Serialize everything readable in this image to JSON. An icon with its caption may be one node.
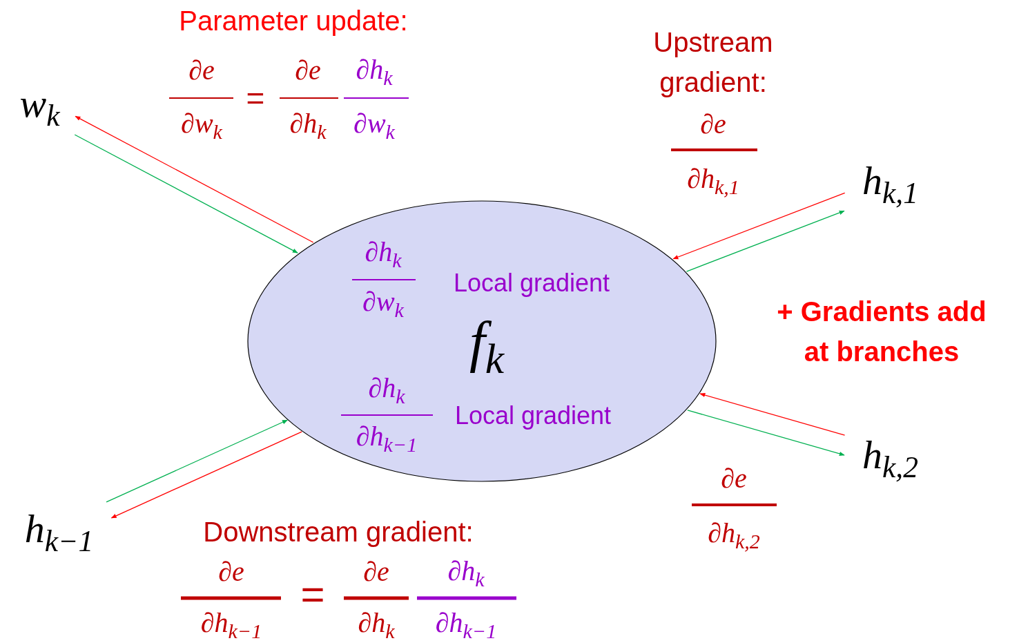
{
  "diagram": {
    "nodes": [
      {
        "text": [
          "w$_{k}$"
        ]
      },
      {
        "text": [
          "∂h$_{k}$",
          "∂w$_{k}$",
          "Local gradient",
          "f$_{k}$",
          "∂h$_{k}$",
          "∂h$_{k−1}$",
          "Local gradient"
        ]
      },
      {
        "text": [
          "h$_{k,1}$"
        ]
      },
      {
        "text": [
          "h$_{k,2}$"
        ]
      },
      {
        "text": [
          "h$_{k−1}$"
        ]
      }
    ],
    "edges": [
      {
        "from": 1,
        "to": 0,
        "arrow": "to",
        "color": "#ff0000"
      },
      {
        "from": 0,
        "to": 1,
        "arrow": "to",
        "color": "#00b050"
      },
      {
        "from": 2,
        "to": 1,
        "arrow": "to",
        "color": "#ff0000"
      },
      {
        "from": 1,
        "to": 2,
        "arrow": "to",
        "color": "#00b050"
      },
      {
        "from": 3,
        "to": 1,
        "arrow": "to",
        "color": "#ff0000"
      },
      {
        "from": 1,
        "to": 3,
        "arrow": "to",
        "color": "#00b050"
      },
      {
        "from": 4,
        "to": 1,
        "arrow": "to",
        "color": "#00b050"
      },
      {
        "from": 1,
        "to": 4,
        "arrow": "to",
        "color": "#ff0000"
      }
    ],
    "labels": [
      "Parameter update:",
      "∂e",
      "∂w$_{k}$",
      "=",
      "∂e",
      "∂h$_{k}$",
      "∂h$_{k}$",
      "∂w$_{k}$",
      "Upstream gradient:",
      "∂e",
      "∂h$_{k,1}$",
      "+ Gradients add at branches",
      "∂e",
      "∂h$_{k,2}$",
      "Downstream gradient:",
      "∂e",
      "∂h$_{k−1}$",
      "=",
      "∂e",
      "∂h$_{k}$",
      "∂h$_{k}$",
      "∂h$_{k−1}$"
    ]
  }
}
